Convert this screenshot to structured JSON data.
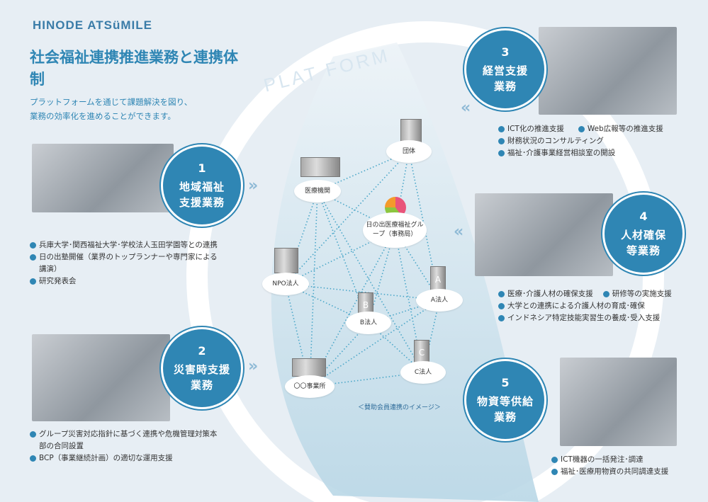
{
  "brand": {
    "logo": "HINODE ATSüMILE"
  },
  "header": {
    "title": "社会福祉連携推進業務と連携体制",
    "subtitle_line1": "プラットフォームを通じて課題解決を図り、",
    "subtitle_line2": "業務の効率化を進めることができます。"
  },
  "platform_label": "PLAT FORM",
  "services": [
    {
      "num": "1",
      "line1": "地域福祉",
      "line2": "支援業務",
      "items": [
        "兵庫大学･関西福祉大学･学校法人玉田学園等との連携",
        "日の出塾開催（業界のトップランナーや専門家による講演）",
        "研究発表会"
      ]
    },
    {
      "num": "2",
      "line1": "災害時支援",
      "line2": "業務",
      "items": [
        "グループ災害対応指針に基づく連携や危機管理対策本部の合同設置",
        "BCP（事業継続計画）の適切な運用支援"
      ]
    },
    {
      "num": "3",
      "line1": "経営支援",
      "line2": "業務",
      "items": [
        "ICT化の推進支援",
        "Web広報等の推進支援",
        "財務状況のコンサルティング",
        "福祉･介護事業経営相談室の開設"
      ]
    },
    {
      "num": "4",
      "line1": "人材確保",
      "line2": "等業務",
      "items": [
        "医療･介護人材の確保支援",
        "研修等の実施支援",
        "大学との連携による介護人材の育成･確保",
        "インドネシア特定技能実習生の養成･受入支援"
      ]
    },
    {
      "num": "5",
      "line1": "物資等供給",
      "line2": "業務",
      "items": [
        "ICT機器の一括発注･調達",
        "福祉･医療用物資の共同調達支援"
      ]
    }
  ],
  "network": {
    "nodes": [
      "団体",
      "医療機関",
      "日の出医療福祉グループ（事務局）",
      "NPO法人",
      "A法人",
      "B法人",
      "〇〇事業所",
      "C法人"
    ],
    "building_letters": {
      "a": "A",
      "b": "B",
      "c": "C"
    },
    "caption": "＜賛助会員連携のイメージ＞"
  },
  "colors": {
    "accent": "#2f86b4",
    "background": "#e7eef4",
    "line": "#4aa6c8"
  }
}
